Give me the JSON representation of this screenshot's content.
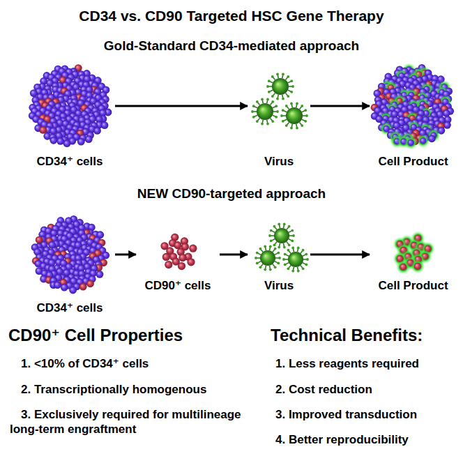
{
  "diagram": {
    "title": "CD34 vs. CD90 Targeted HSC Gene Therapy",
    "nodes": [
      {
        "text": [
          "CD34⁺ cells"
        ]
      },
      {
        "text": [
          "Virus"
        ]
      },
      {
        "text": [
          "Cell Product"
        ]
      },
      {
        "text": [
          "CD34⁺ cells"
        ]
      },
      {
        "text": [
          "CD90⁺ cells"
        ]
      },
      {
        "text": [
          "Virus"
        ]
      },
      {
        "text": [
          "Cell Product"
        ]
      }
    ],
    "edges": [
      {
        "from": 0,
        "to": 1,
        "arrow": "to"
      },
      {
        "from": 1,
        "to": 2,
        "arrow": "to"
      },
      {
        "from": 3,
        "to": 4,
        "arrow": "to"
      },
      {
        "from": 4,
        "to": 5,
        "arrow": "to"
      },
      {
        "from": 5,
        "to": 6,
        "arrow": "to"
      }
    ],
    "labels": [
      "Gold-Standard CD34-mediated approach",
      "NEW CD90-targeted approach",
      "CD90⁺ Cell Properties",
      "1. <10% of CD34⁺ cells",
      "2. Transcriptionally homogenous",
      "3. Exclusively required for multilineage long-term engraftment",
      "Technical Benefits:",
      "1. Less reagents required",
      "2. Cost reduction",
      "3. Improved transduction",
      "4. Better reproducibility"
    ]
  }
}
